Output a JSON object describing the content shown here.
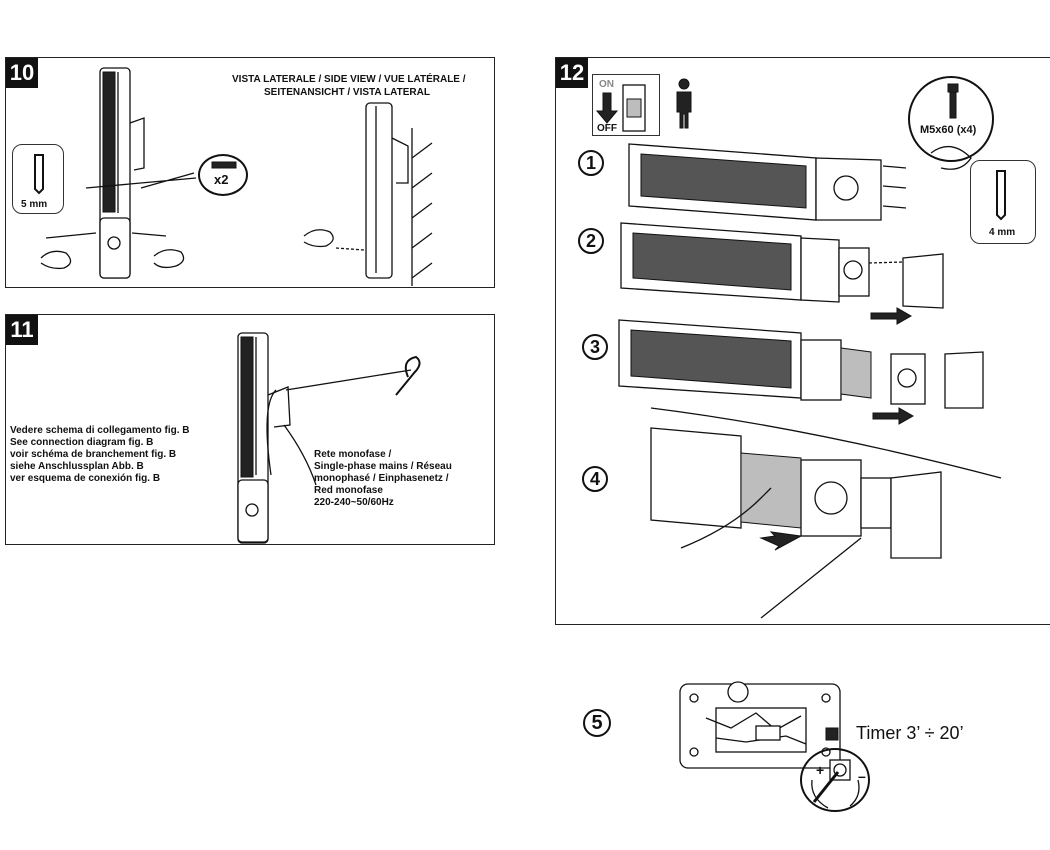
{
  "panel10": {
    "number": "10",
    "side_view_title": "VISTA LATERALE /  SIDE VIEW / VUE LATÉRALE  /",
    "side_view_title_2": "SEITENANSICHT /  VISTA LATERAL",
    "key_size": "5 mm",
    "screw_count": "x2"
  },
  "panel11": {
    "number": "11",
    "connection_lines": [
      "Vedere schema di collegamento fig. B",
      "See connection diagram fig. B",
      "voir schéma de branchement fig. B",
      "siehe Anschlussplan Abb. B",
      "ver esquema de conexión fig. B"
    ],
    "mains_lines": [
      "Rete monofase /",
      "Single-phase mains  / Réseau",
      "monophasé / Einphasenetz  /",
      "Red monofase",
      "220-240~50/60Hz"
    ]
  },
  "panel12": {
    "number": "12",
    "switch_on": "ON",
    "switch_off": "OFF",
    "screw_label": "M5x60 (x4)",
    "key_size": "4 mm",
    "steps": [
      "1",
      "2",
      "3",
      "4"
    ]
  },
  "step5": {
    "number": "5",
    "timer_label": "Timer 3’ ÷ 20’",
    "plus": "+",
    "minus": "–"
  }
}
